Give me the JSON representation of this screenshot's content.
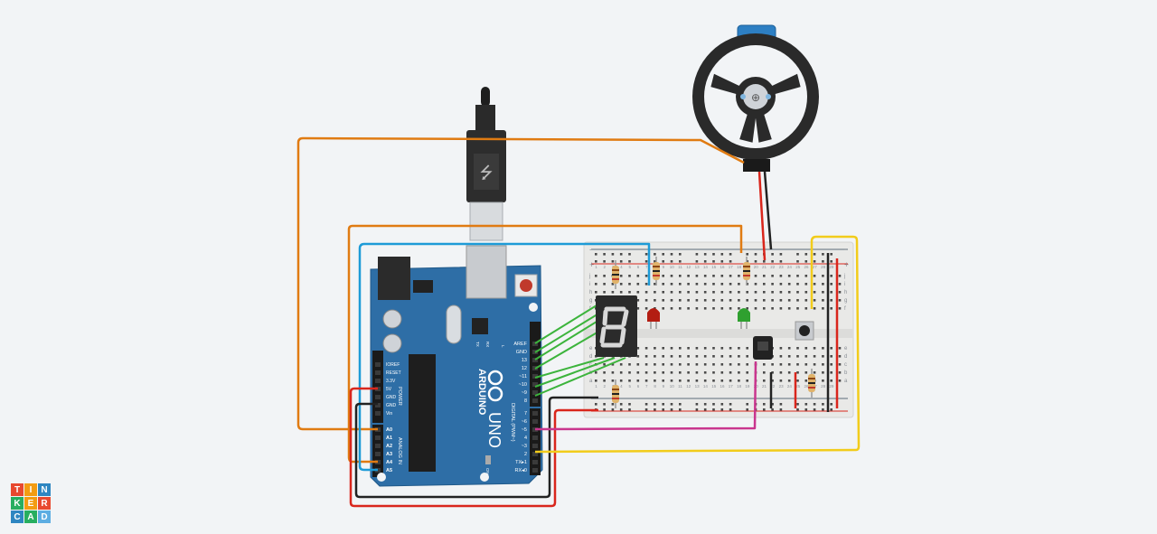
{
  "canvas": {
    "background": "#f2f4f6"
  },
  "logo": {
    "letters": [
      "T",
      "I",
      "N",
      "K",
      "E",
      "R",
      "C",
      "A",
      "D"
    ],
    "colors": [
      "#e8492f",
      "#f39c12",
      "#2e86c1",
      "#27ae60",
      "#f39c12",
      "#e8492f",
      "#2e86c1",
      "#27ae60",
      "#5dade2"
    ]
  },
  "arduino": {
    "brand": "ARDUINO",
    "model": "UNO",
    "on_label": "ON",
    "tx_label": "TX",
    "rx_label": "RX",
    "l_label": "L",
    "digital_label": "DIGITAL (PWM~)",
    "analog_label": "ANALOG IN",
    "power_label": "POWER",
    "digital_pins": [
      "AREF",
      "GND",
      "13",
      "12",
      "~11",
      "~10",
      "~9",
      "8",
      "7",
      "~6",
      "~5",
      "4",
      "~3",
      "2",
      "TX▸1",
      "RX◂0"
    ],
    "power_pins": [
      "IOREF",
      "RESET",
      "3.3V",
      "5V",
      "GND",
      "GND",
      "Vin"
    ],
    "analog_pins": [
      "A0",
      "A1",
      "A2",
      "A3",
      "A4",
      "A5"
    ]
  },
  "breadboard": {
    "column_numbers": [
      "1",
      "2",
      "3",
      "4",
      "5",
      "6",
      "7",
      "8",
      "9",
      "10",
      "11",
      "12",
      "13",
      "14",
      "15",
      "16",
      "17",
      "18",
      "19",
      "20",
      "21",
      "22",
      "23",
      "24",
      "25",
      "26",
      "27",
      "28",
      "29",
      "30"
    ],
    "row_letters_top": [
      "j",
      "i",
      "h",
      "g",
      "f"
    ],
    "row_letters_bottom": [
      "e",
      "d",
      "c",
      "b",
      "a"
    ],
    "rail_plus": "+",
    "rail_minus": "-"
  },
  "wire_colors": {
    "orange": "#e07b12",
    "blue": "#1e9bd7",
    "green": "#3cb43c",
    "red": "#d9261c",
    "black": "#222222",
    "yellow": "#f2cc1b",
    "magenta": "#c9368e"
  }
}
